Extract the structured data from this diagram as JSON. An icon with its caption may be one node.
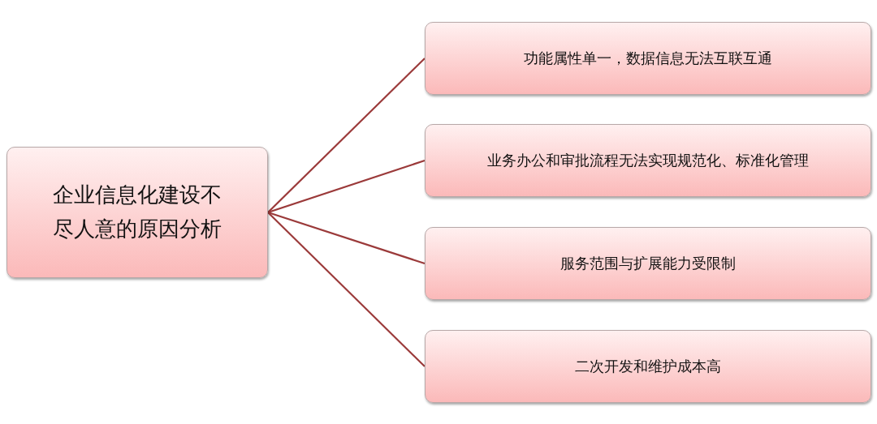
{
  "diagram": {
    "nodes": [
      {
        "text": [
          "企业信息化建设不尽人意的原因分析"
        ]
      },
      {
        "text": [
          "功能属性单一，数据信息无法互联互通"
        ]
      },
      {
        "text": [
          "业务办公和审批流程无法实现规范化、标准化管理"
        ]
      },
      {
        "text": [
          "服务范围与扩展能力受限制"
        ]
      },
      {
        "text": [
          "二次开发和维护成本高"
        ]
      }
    ],
    "edges": [
      {
        "from": 0,
        "to": 1,
        "arrow": "none"
      },
      {
        "from": 0,
        "to": 2,
        "arrow": "none"
      },
      {
        "from": 0,
        "to": 3,
        "arrow": "none"
      },
      {
        "from": 0,
        "to": 4,
        "arrow": "none"
      }
    ]
  }
}
